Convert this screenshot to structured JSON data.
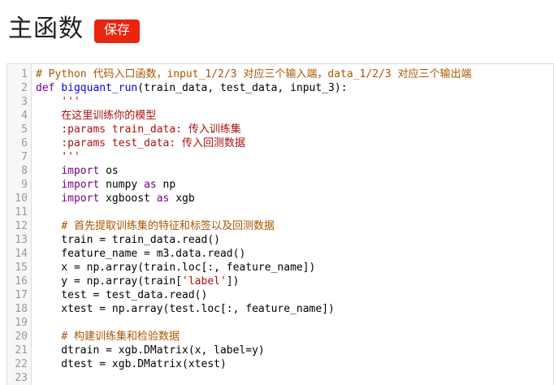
{
  "header": {
    "title": "主函数",
    "save_label": "保存"
  },
  "colors": {
    "accent": "#e8250e",
    "keyword": "#770088",
    "function_name": "#0000ee",
    "string": "#aa1111",
    "comment": "#aa5500",
    "plain": "#000000",
    "gutter_bg": "#f7f7f7",
    "gutter_fg": "#999999",
    "border": "#dddddd"
  },
  "editor": {
    "language": "python",
    "lines": [
      {
        "n": 1,
        "seg": [
          [
            "com",
            "# Python 代码入口函数，input_1/2/3 对应三个输入端，data_1/2/3 对应三个输出端"
          ]
        ]
      },
      {
        "n": 2,
        "seg": [
          [
            "kw",
            "def"
          ],
          [
            "plain",
            " "
          ],
          [
            "def",
            "bigquant_run"
          ],
          [
            "plain",
            "(train_data, test_data, input_3):"
          ]
        ]
      },
      {
        "n": 3,
        "seg": [
          [
            "str",
            "    '''"
          ]
        ]
      },
      {
        "n": 4,
        "seg": [
          [
            "str",
            "    在这里训练你的模型"
          ]
        ]
      },
      {
        "n": 5,
        "seg": [
          [
            "str",
            "    :params train_data: 传入训练集"
          ]
        ]
      },
      {
        "n": 6,
        "seg": [
          [
            "str",
            "    :params test_data: 传入回测数据"
          ]
        ]
      },
      {
        "n": 7,
        "seg": [
          [
            "str",
            "    '''"
          ]
        ]
      },
      {
        "n": 8,
        "seg": [
          [
            "plain",
            "    "
          ],
          [
            "kw",
            "import"
          ],
          [
            "plain",
            " os"
          ]
        ]
      },
      {
        "n": 9,
        "seg": [
          [
            "plain",
            "    "
          ],
          [
            "kw",
            "import"
          ],
          [
            "plain",
            " numpy "
          ],
          [
            "kw",
            "as"
          ],
          [
            "plain",
            " np"
          ]
        ]
      },
      {
        "n": 10,
        "seg": [
          [
            "plain",
            "    "
          ],
          [
            "kw",
            "import"
          ],
          [
            "plain",
            " xgboost "
          ],
          [
            "kw",
            "as"
          ],
          [
            "plain",
            " xgb"
          ]
        ]
      },
      {
        "n": 11,
        "seg": []
      },
      {
        "n": 12,
        "seg": [
          [
            "plain",
            "    "
          ],
          [
            "com",
            "# 首先提取训练集的特征和标签以及回测数据"
          ]
        ]
      },
      {
        "n": 13,
        "seg": [
          [
            "plain",
            "    train = train_data.read()"
          ]
        ]
      },
      {
        "n": 14,
        "seg": [
          [
            "plain",
            "    feature_name = m3.data.read()"
          ]
        ]
      },
      {
        "n": 15,
        "seg": [
          [
            "plain",
            "    x = np.array(train.loc[:, feature_name])"
          ]
        ]
      },
      {
        "n": 16,
        "seg": [
          [
            "plain",
            "    y = np.array(train["
          ],
          [
            "str",
            "'label'"
          ],
          [
            "plain",
            "])"
          ]
        ]
      },
      {
        "n": 17,
        "seg": [
          [
            "plain",
            "    test = test_data.read()"
          ]
        ]
      },
      {
        "n": 18,
        "seg": [
          [
            "plain",
            "    xtest = np.array(test.loc[:, feature_name])"
          ]
        ]
      },
      {
        "n": 19,
        "seg": []
      },
      {
        "n": 20,
        "seg": [
          [
            "plain",
            "    "
          ],
          [
            "com",
            "# 构建训练集和检验数据"
          ]
        ]
      },
      {
        "n": 21,
        "seg": [
          [
            "plain",
            "    dtrain = xgb.DMatrix(x, label=y)"
          ]
        ]
      },
      {
        "n": 22,
        "seg": [
          [
            "plain",
            "    dtest = xgb.DMatrix(xtest)"
          ]
        ]
      },
      {
        "n": 23,
        "seg": []
      }
    ]
  }
}
